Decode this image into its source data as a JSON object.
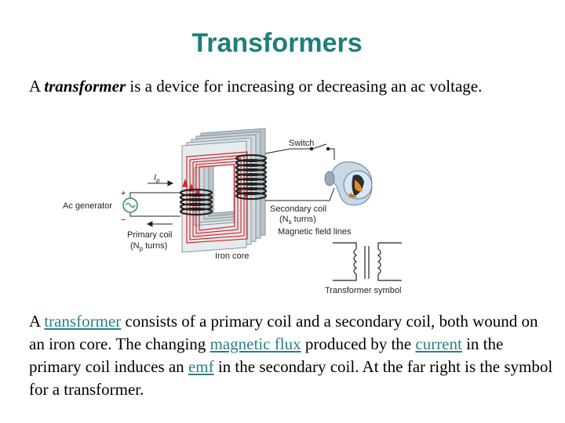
{
  "slide": {
    "title": "Transformers",
    "para1": {
      "prefix": "A ",
      "term": "transformer",
      "suffix": " is a device for increasing or decreasing an ac voltage."
    },
    "para2": {
      "t1": "A ",
      "link1": "transformer",
      "t2": " consists of a primary coil and a secondary coil, both wound on an iron core. The changing ",
      "link2": "magnetic flux",
      "t3": " produced by the ",
      "link3": "current",
      "t4": " in the primary coil induces an ",
      "link4": "emf",
      "t5": " in the secondary coil. At the far right is the symbol for a transformer."
    }
  },
  "figure": {
    "switch": "Switch",
    "ip": "I",
    "ip_sub": "p",
    "ac_generator": "Ac generator",
    "plus": "+",
    "minus": "−",
    "secondary_coil": "Secondary coil",
    "ns_open": "(N",
    "ns_sub": "s",
    "ns_close": " turns)",
    "magnetic_field_lines": "Magnetic field lines",
    "primary_coil": "Primary coil",
    "np_open": "(N",
    "np_sub": "p",
    "np_close": " turns)",
    "iron_core": "Iron core",
    "transformer_symbol": "Transformer symbol"
  }
}
